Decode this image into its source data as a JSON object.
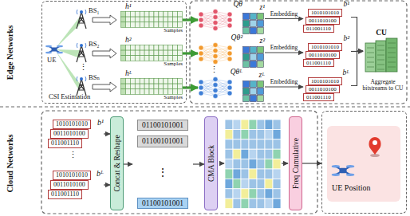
{
  "diagram": {
    "nodes": [
      {
        "text": [
          "CSI Estimation"
        ]
      },
      {
        "text": [
          "h¹",
          "Samples"
        ],
        "in": 0
      },
      {
        "text": [
          "h²",
          "Samples"
        ],
        "in": 0
      },
      {
        "text": [
          "hᴸ",
          "Samples"
        ],
        "in": 0
      },
      {
        "text": [
          "Qθ"
        ]
      },
      {
        "text": [
          "Qθ²"
        ]
      },
      {
        "text": [
          "Qθᴸ"
        ]
      },
      {
        "text": [
          "z¹"
        ]
      },
      {
        "text": [
          "z²"
        ]
      },
      {
        "text": [
          "zᴸ"
        ]
      },
      {
        "text": [
          "b¹",
          "1010101010",
          "0011010100",
          "011001110"
        ]
      },
      {
        "text": [
          "b²",
          "1010101010",
          "0011010100",
          "011001110"
        ]
      },
      {
        "text": [
          "bᴸ",
          "1010101010",
          "0011010100",
          "011001110"
        ]
      },
      {
        "text": [
          "CU"
        ]
      },
      {
        "text": [
          "b¹",
          "1010101010",
          "0011010100",
          "011001110"
        ]
      },
      {
        "text": [
          "bᴸ",
          "1010101010",
          "0011010100",
          "011001110"
        ]
      },
      {
        "text": [
          "Concat & Reshape"
        ]
      },
      {
        "text": [
          "01100101001",
          "01100101001",
          "⋮",
          "01100101001"
        ]
      },
      {
        "text": [
          "CMA Block"
        ]
      },
      {
        "text": [
          "Freq Cumulative"
        ]
      },
      {
        "text": [
          "UE Position"
        ]
      }
    ],
    "edges": [
      {
        "from": 1,
        "to": 4,
        "arrow": "to"
      },
      {
        "from": 2,
        "to": 5,
        "arrow": "to"
      },
      {
        "from": 3,
        "to": 6,
        "arrow": "to"
      },
      {
        "from": 7,
        "to": 10,
        "label": "Embedding",
        "arrow": "to"
      },
      {
        "from": 8,
        "to": 11,
        "label": "Embedding",
        "arrow": "to"
      },
      {
        "from": 9,
        "to": 12,
        "label": "Embedding",
        "arrow": "to"
      },
      {
        "from": 10,
        "to": 13,
        "arrow": "to"
      },
      {
        "from": 11,
        "to": 13,
        "arrow": "to"
      },
      {
        "from": 12,
        "to": 13,
        "arrow": "to"
      },
      {
        "from": 14,
        "to": 16,
        "arrow": "to"
      },
      {
        "from": 15,
        "to": 16,
        "arrow": "to"
      },
      {
        "from": 16,
        "to": 17,
        "arrow": "to"
      },
      {
        "from": 17,
        "to": 18,
        "arrow": "to"
      },
      {
        "from": 19,
        "to": 20,
        "arrow": "to"
      }
    ],
    "labels": [
      "Edge Networks",
      "UE",
      "BS₁",
      "BS₂",
      "BSₙ",
      "⋮",
      "⋮",
      "Aggregate bitstreams to CU",
      "Cloud Networks",
      "⋮"
    ]
  }
}
